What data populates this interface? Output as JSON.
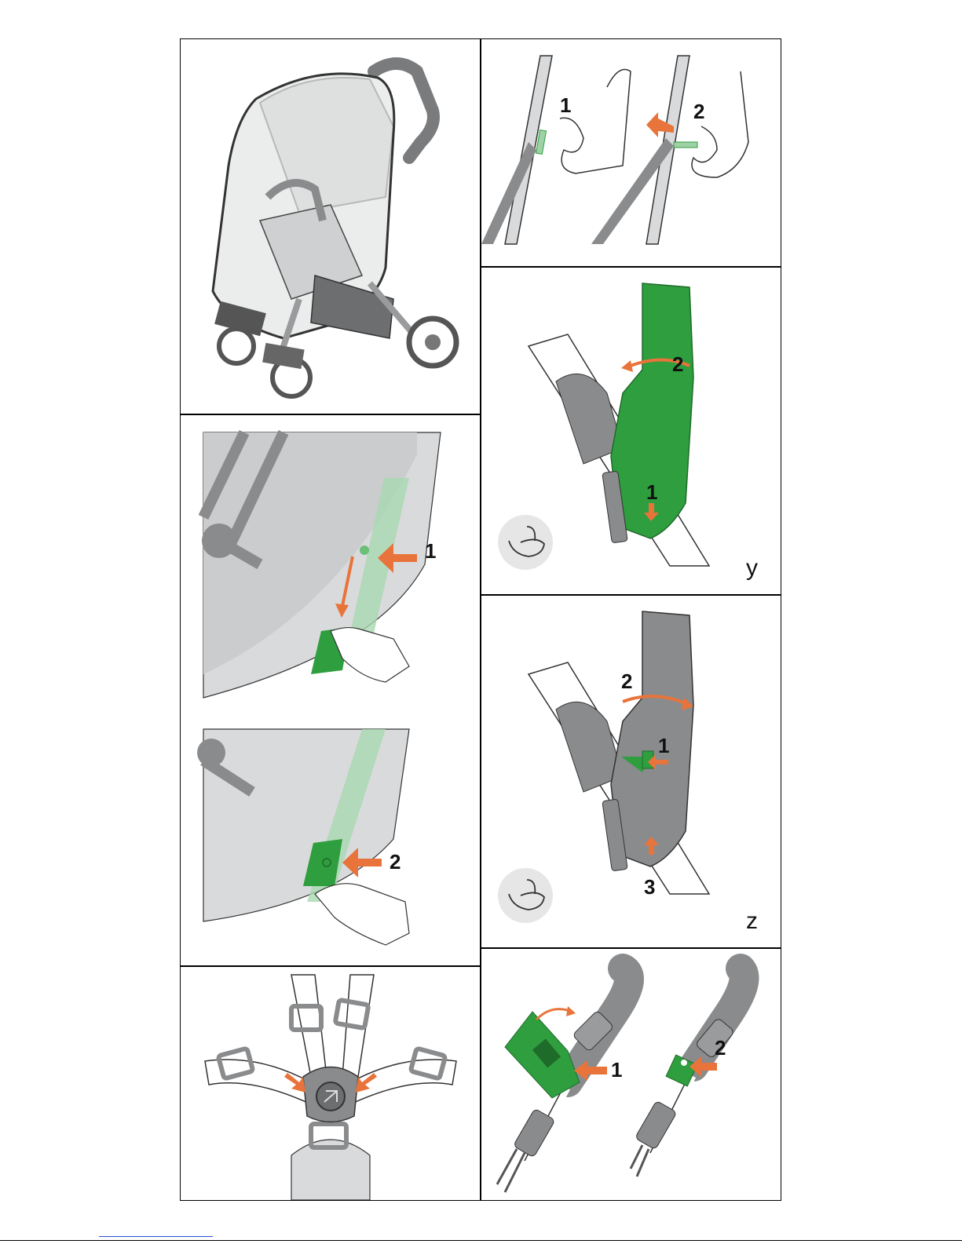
{
  "panels": {
    "top_right": {
      "step1": "1",
      "step2": "2"
    },
    "mid_left": {
      "step1": "1",
      "step2": "2"
    },
    "adapter_y": {
      "step1": "1",
      "step2": "2",
      "variant_letter": "y"
    },
    "adapter_z": {
      "step1": "1",
      "step2": "2",
      "step3": "3",
      "variant_letter": "z"
    },
    "bottom_right": {
      "step1": "1",
      "step2": "2"
    }
  },
  "colors": {
    "accent_green": "#2e9e3e",
    "accent_orange": "#e8743b",
    "fabric_gray": "#d9dadc",
    "frame_gray": "#8a8b8d",
    "line": "#000000"
  },
  "icons": [
    "stroller-rain-cover-icon",
    "infant-car-seat-icon",
    "arrow-icon",
    "hand-icon"
  ]
}
